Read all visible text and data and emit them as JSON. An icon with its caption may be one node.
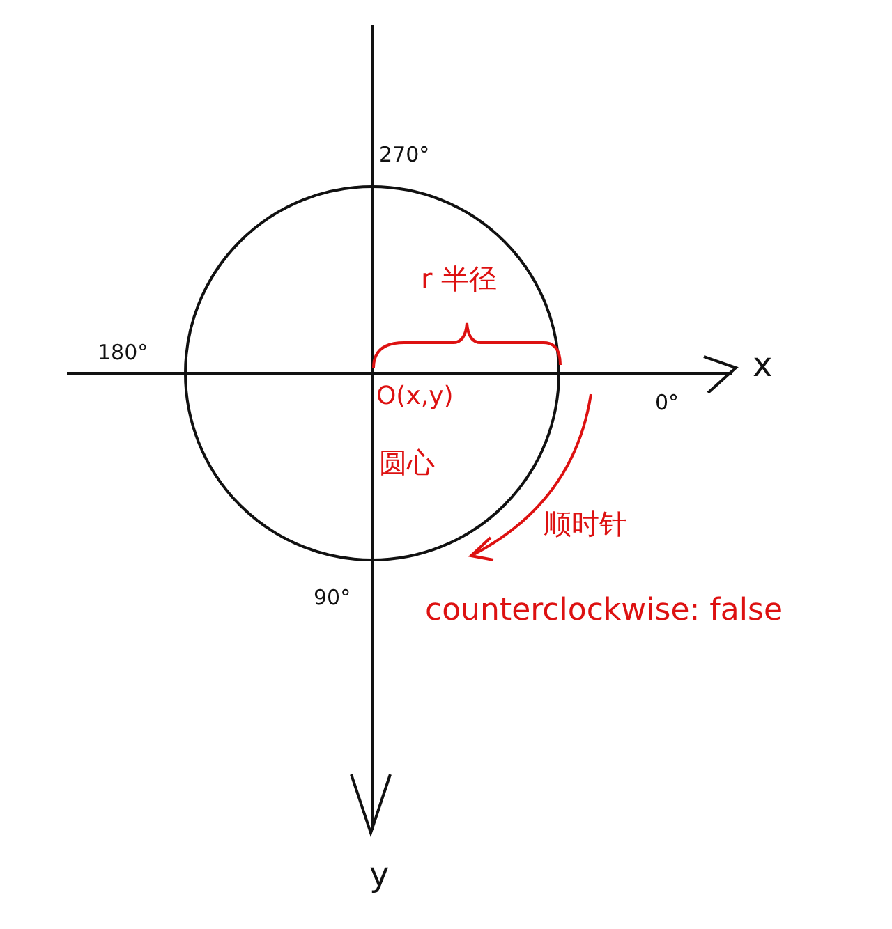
{
  "diagram": {
    "labels": [
      "270°",
      "r 半径",
      "180°",
      "x",
      "O(x,y)",
      "0°",
      "圆心",
      "顺时针",
      "90°",
      "counterclockwise: false",
      "y"
    ]
  }
}
